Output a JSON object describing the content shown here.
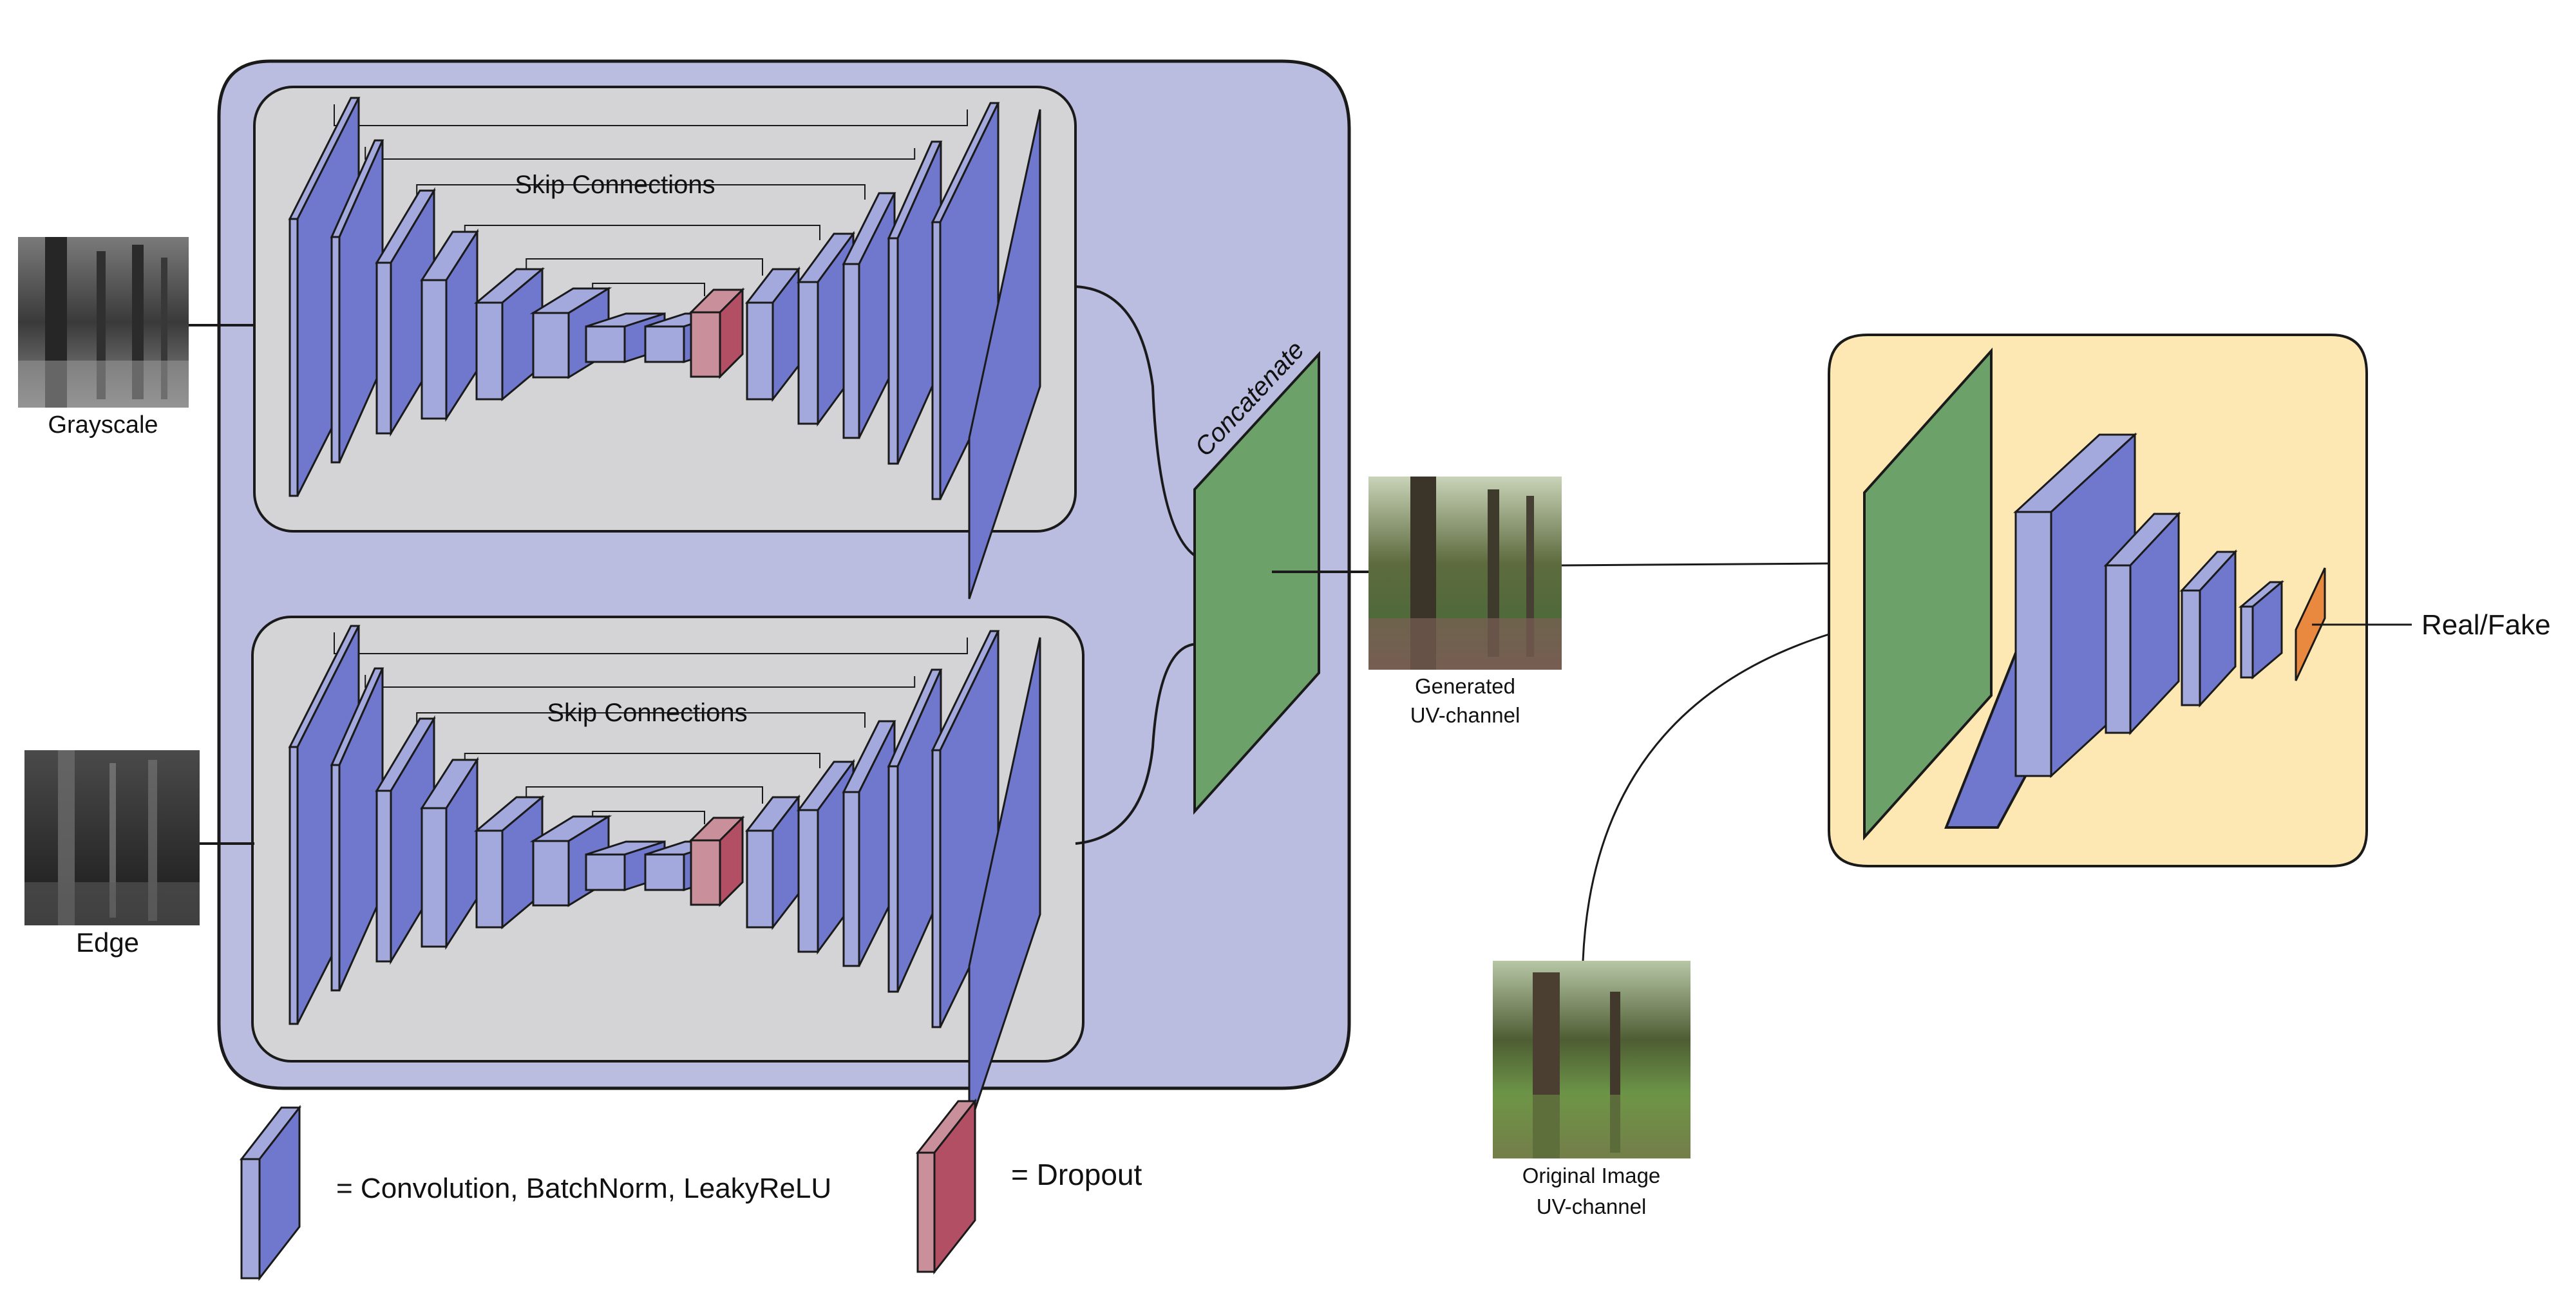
{
  "labels": {
    "skip_top": "Skip Connections",
    "skip_bottom": "Skip Connections",
    "grayscale": "Grayscale",
    "edge": "Edge",
    "concatenate": "Concatenate",
    "generated_line1": "Generated",
    "generated_line2": "UV-channel",
    "original_line1": "Original Image",
    "original_line2": "UV-channel",
    "real_fake": "Real/Fake"
  },
  "legend": {
    "conv_label": "= Convolution, BatchNorm, LeakyReLU",
    "dropout_label": "= Dropout"
  },
  "colors": {
    "generator_bg": "#babde0",
    "unet_bg": "#d4d4d6",
    "discriminator_bg": "#fde8b4",
    "conv_front": "#6f78cc",
    "conv_side": "#a3a9dc",
    "dropout_front": "#b34f65",
    "dropout_side": "#c9909c",
    "concat": "#6ca16a",
    "output": "#e9893f",
    "stroke": "#1a1a1a"
  },
  "icons": {
    "grayscale_image": "forest-grayscale-photo",
    "edge_image": "forest-edge-map-photo",
    "generated_image": "forest-generated-color-photo",
    "original_image": "forest-original-color-photo"
  }
}
